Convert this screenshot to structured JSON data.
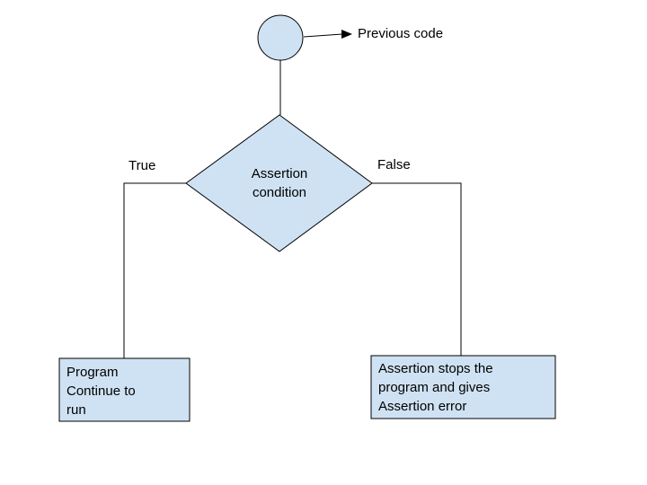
{
  "diagram": {
    "start_label": "Previous code",
    "decision_label": "Assertion\ncondition",
    "true_branch": {
      "label": "True",
      "box_text": "Program\nContinue to\nrun"
    },
    "false_branch": {
      "label": "False",
      "box_text": "Assertion stops the\nprogram and gives\nAssertion error"
    }
  },
  "colors": {
    "shape_fill": "#cfe2f3",
    "shape_stroke": "#000000",
    "background": "#ffffff"
  }
}
